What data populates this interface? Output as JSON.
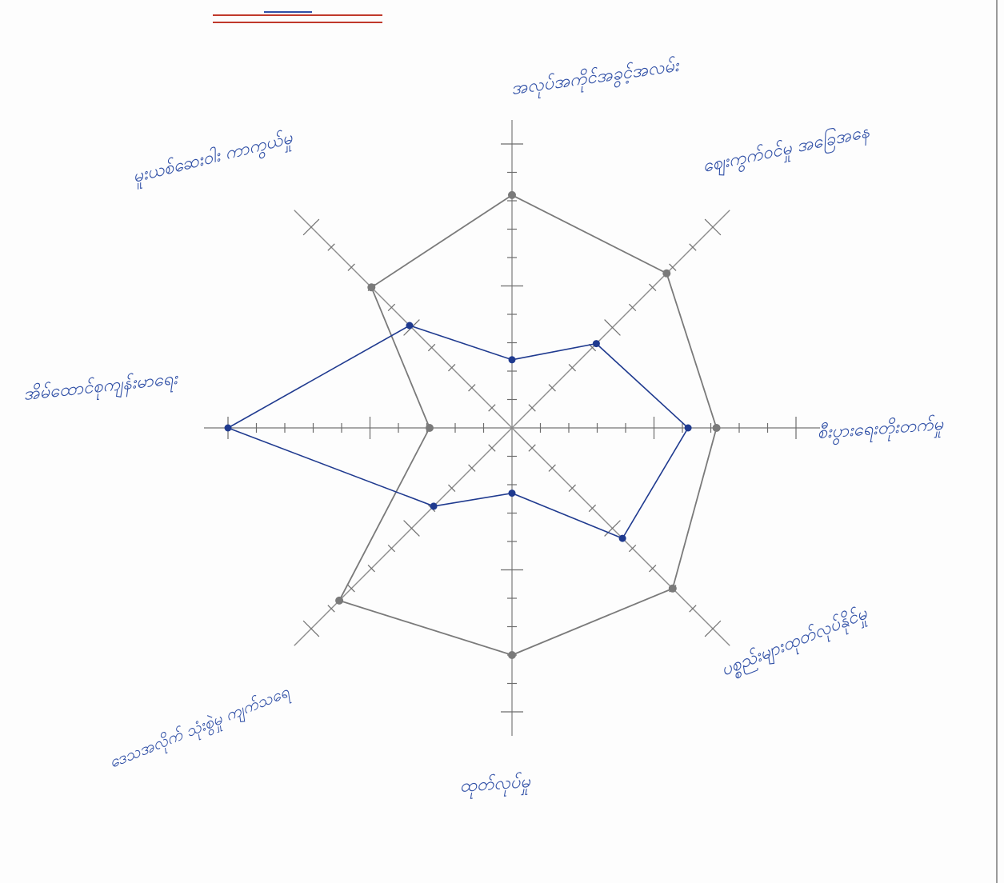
{
  "chart_data": {
    "type": "radar",
    "axes": [
      "အလုပ်အကိုင်အခွင့်အလမ်း",
      "ဈေးကွက်ဝင်မှု အခြေအနေ",
      "စီးပွားရေးတိုးတက်မှု",
      "ပစ္စည်းများထုတ်လုပ်နိုင်မှု",
      "ထုတ်လုပ်မှု",
      "ဒေသအလိုက် သုံးစွဲမှု ကျက်သရေ",
      "အိမ်ထောင်စုကျန်းမာရေး",
      "မူးယစ်ဆေးဝါး ကာကွယ်မှု"
    ],
    "scale_max": 10,
    "series": [
      {
        "values": [
          8.2,
          7.7,
          7.2,
          8.0,
          8.0,
          8.6,
          2.9,
          7.0
        ],
        "color": "#7a7a7a"
      },
      {
        "values": [
          2.4,
          4.2,
          6.2,
          5.5,
          2.3,
          3.9,
          10.0,
          5.1
        ],
        "color": "#1f3a8f"
      }
    ],
    "grid": false,
    "legend": "none"
  }
}
